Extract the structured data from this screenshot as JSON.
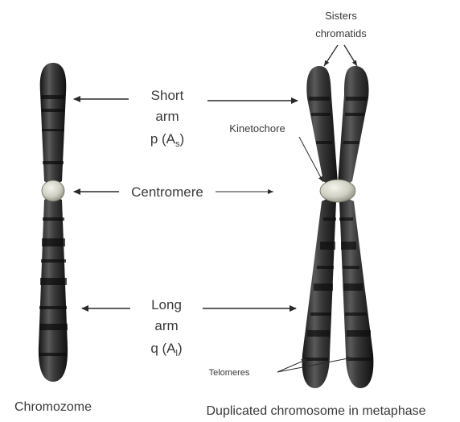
{
  "labels": {
    "sisters": [
      "Sisters",
      "chromatids"
    ],
    "short_arm": [
      "Short",
      "arm",
      "p (A",
      "s",
      ")"
    ],
    "kinetochore": "Kinetochore",
    "centromere": "Centromere",
    "long_arm": [
      "Long",
      "arm",
      "q (A",
      "l",
      ")"
    ],
    "telomeres": "Telomeres"
  },
  "captions": {
    "left": "Chromozome",
    "right": "Duplicated chromosome in metaphase"
  },
  "colors": {
    "chromosome_dark": "#1c1c1c",
    "chromosome_mid": "#4a4a4a",
    "chromosome_light": "#8a8a8a",
    "centromere": "#d8d8c8",
    "arrow": "#2a2a2a"
  }
}
